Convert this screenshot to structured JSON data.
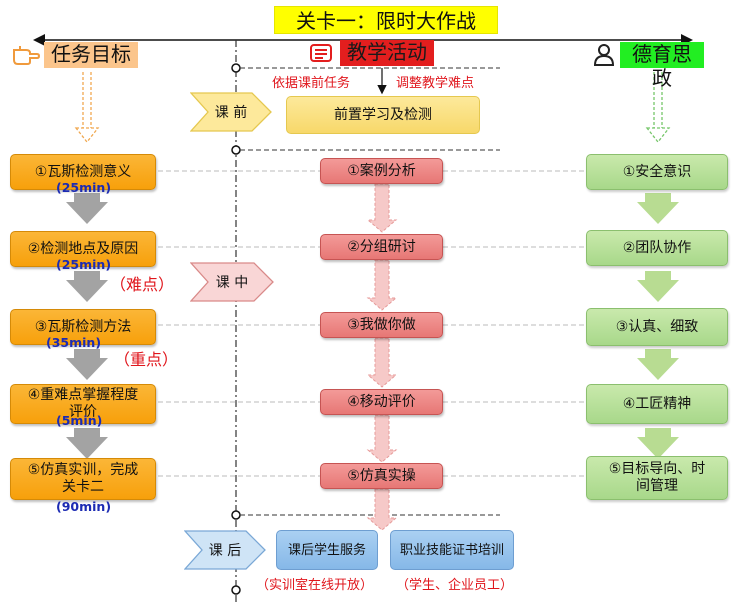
{
  "title": "关卡一：限时大作战",
  "columns": {
    "left": {
      "icon": "hand-pointing-icon",
      "label": "任务目标"
    },
    "middle": {
      "icon": "scroll-icon",
      "label": "教学活动"
    },
    "right": {
      "icon": "person-icon",
      "label": "德育思政"
    }
  },
  "top_notes": {
    "left": "依据课前任务",
    "right": "调整教学难点"
  },
  "phases": {
    "before": "课 前",
    "during": "课 中",
    "after": "课 后"
  },
  "pre_study": "前置学习及检测",
  "tasks": [
    {
      "label": "①瓦斯检测意义",
      "time": "(25min)"
    },
    {
      "label": "②检测地点及原因",
      "time": "(25min)"
    },
    {
      "label": "③瓦斯检测方法",
      "time": "(35min)"
    },
    {
      "label": "④重难点掌握程度评价",
      "time": "(5min)"
    },
    {
      "label": "⑤仿真实训，完成关卡二",
      "time": "(90min)"
    }
  ],
  "difficulty_notes": {
    "hard": "（难点）",
    "key": "（重点）"
  },
  "activities": [
    "①案例分析",
    "②分组研讨",
    "③我做你做",
    "④移动评价",
    "⑤仿真实操"
  ],
  "values": [
    "①安全意识",
    "②团队协作",
    "③认真、细致",
    "④工匠精神",
    "⑤目标导向、时间管理"
  ],
  "after": {
    "service": "课后学生服务",
    "service_note": "（实训室在线开放）",
    "training": "职业技能证书培训",
    "training_note": "（学生、企业员工）"
  },
  "colors": {
    "orange": "#f9a825",
    "red": "#e77775",
    "green": "#a8d88a",
    "yellow": "#ffff00",
    "blue": "#86b8e8",
    "note_red": "#e0161c",
    "time_blue": "#1c2bb3"
  }
}
